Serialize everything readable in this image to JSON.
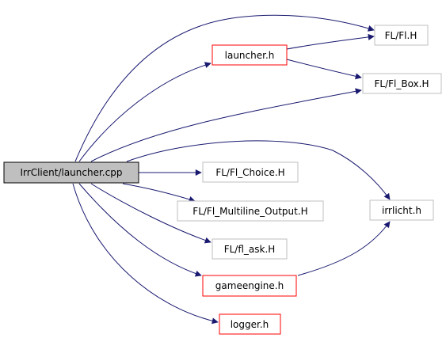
{
  "colors": {
    "edge": "#191970",
    "root_fill": "#bfbfbf",
    "root_stroke": "#000000",
    "linked_stroke": "#ff0000",
    "external_stroke": "#bfbfbf",
    "text": "#000000"
  },
  "nodes": {
    "root": "IrrClient/launcher.cpp",
    "launcher_h": "launcher.h",
    "fl_h": "FL/Fl.H",
    "fl_box": "FL/Fl_Box.H",
    "fl_choice": "FL/Fl_Choice.H",
    "fl_multiline": "FL/Fl_Multiline_Output.H",
    "fl_ask": "FL/fl_ask.H",
    "irrlicht": "irrlicht.h",
    "gameengine": "gameengine.h",
    "logger": "logger.h"
  }
}
